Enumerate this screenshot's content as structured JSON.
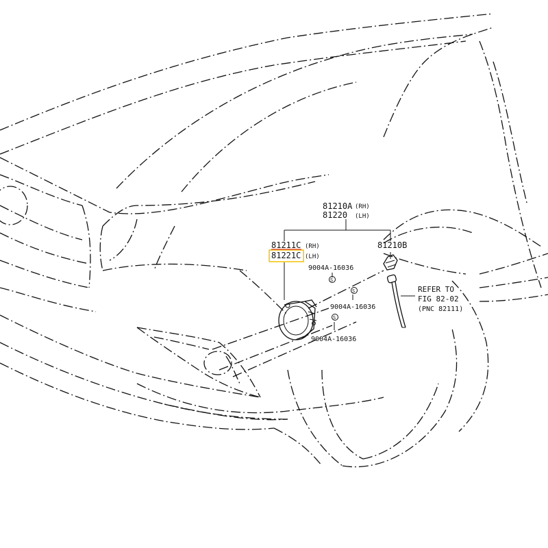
{
  "parts": {
    "assembly_rh": "81210A",
    "assembly_rh_side": "(RH)",
    "assembly_lh": "81220",
    "assembly_lh_side": "(LH)",
    "unit_rh": "81211C",
    "unit_rh_side": "(RH)",
    "unit_lh": "81221C",
    "unit_lh_side": "(LH)",
    "socket": "81210B",
    "screw_1": "9004A-16036",
    "screw_2": "9004A-16036",
    "screw_3": "9004A-16036",
    "screw_symbol": "S"
  },
  "reference": {
    "line1": "REFER TO",
    "line2": "FIG 82-02",
    "line3": "(PNC 82111)"
  },
  "colors": {
    "line": "#111111",
    "highlight": "#f2c200",
    "highlight_red": "#d9342b"
  }
}
